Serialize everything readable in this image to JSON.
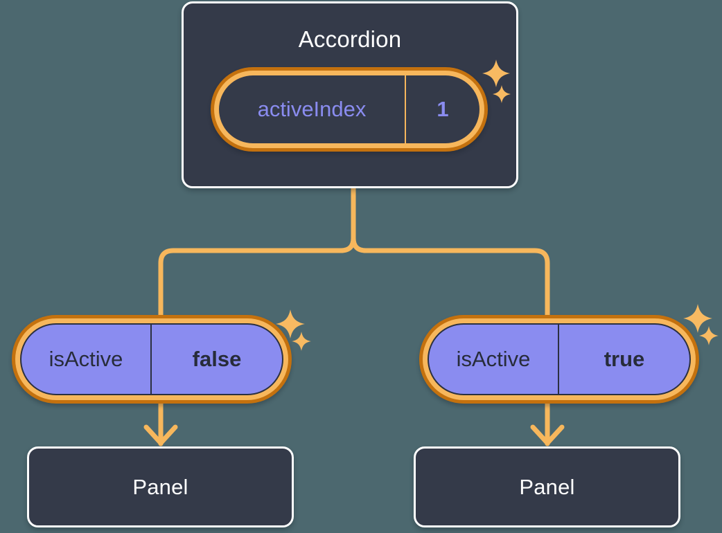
{
  "theme": {
    "background": "#4C686F",
    "node_fill": "#343A49",
    "node_border": "#FFFFFF",
    "accent_amber": "#F7B75C",
    "accent_orange": "#C4710E",
    "state_purple": "#8A8CF0",
    "state_text": "#272C3A",
    "wire": "#F7B75C"
  },
  "diagram": {
    "type": "component-state-tree",
    "root": {
      "name": "accordion-component",
      "title": "Accordion",
      "state": {
        "key": "activeIndex",
        "value": "1"
      }
    },
    "children": [
      {
        "name": "panel-left",
        "state": {
          "key": "isActive",
          "value": "false"
        },
        "title": "Panel"
      },
      {
        "name": "panel-right",
        "state": {
          "key": "isActive",
          "value": "true"
        },
        "title": "Panel"
      }
    ]
  },
  "icons": {
    "sparkle_large": "sparkle-large-icon",
    "sparkle_small": "sparkle-small-icon",
    "arrow_down": "arrow-down-icon",
    "branch": "branch-connector-icon"
  }
}
